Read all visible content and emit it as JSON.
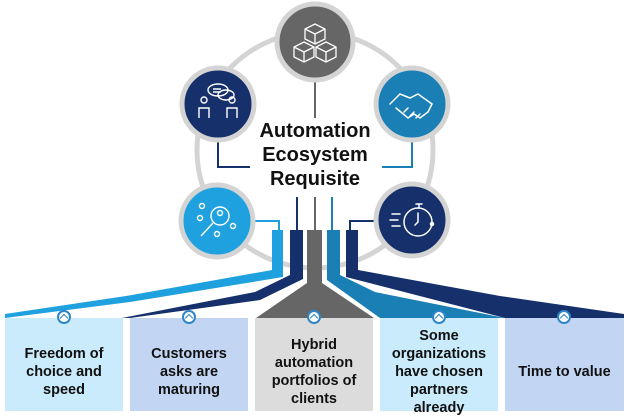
{
  "title": {
    "lines": [
      "Automation",
      "Ecosystem",
      "Requisite"
    ]
  },
  "hubs": [
    {
      "name": "modular-blocks",
      "icon": "cubes-icon",
      "color": "#666666"
    },
    {
      "name": "collaboration",
      "icon": "handshake-icon",
      "color": "#1a7fb5"
    },
    {
      "name": "speed",
      "icon": "stopwatch-icon",
      "color": "#15306b"
    },
    {
      "name": "customer-search",
      "icon": "people-search-icon",
      "color": "#1fa1e0"
    },
    {
      "name": "conversation",
      "icon": "chat-people-icon",
      "color": "#15306b"
    }
  ],
  "boxes": [
    {
      "label": "Freedom of choice and speed",
      "fill": "#c9ebfb",
      "ribbon": "#1fa1e0",
      "icon": "chevron-up-icon"
    },
    {
      "label": "Customers asks are maturing",
      "fill": "#c2d6f3",
      "ribbon": "#15306b",
      "icon": "chevron-up-icon"
    },
    {
      "label": "Hybrid automation portfolios of clients",
      "fill": "#dcdcdc",
      "ribbon": "#666666",
      "icon": "chevron-up-icon"
    },
    {
      "label": "Some organizations have chosen partners already",
      "fill": "#c9ebfb",
      "ribbon": "#1a7fb5",
      "icon": "chevron-up-icon"
    },
    {
      "label": "Time to value",
      "fill": "#c2d6f3",
      "ribbon": "#15306b",
      "icon": "chevron-up-icon"
    }
  ],
  "colors": {
    "ring": "#d4d4d4",
    "ringBorder": "#c8c8c8"
  }
}
